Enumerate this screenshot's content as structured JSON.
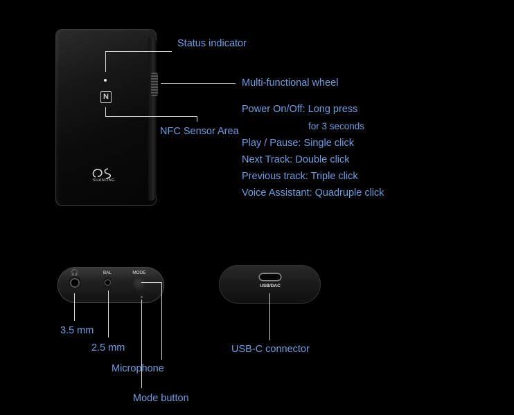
{
  "labels": {
    "status_indicator": "Status indicator",
    "multi_wheel": "Multi-functional wheel",
    "nfc_area": "NFC Sensor Area",
    "power": "Power On/Off: Long press",
    "power_cont": "for 3 seconds",
    "play_pause": "Play / Pause: Single click",
    "next_track": "Next Track: Double click",
    "prev_track": "Previous track: Triple click",
    "voice": "Voice Assistant: Quadruple click",
    "jack_35": "3.5 mm",
    "jack_25": "2.5 mm",
    "microphone": "Microphone",
    "mode_button": "Mode button",
    "usbc": "USB-C connector"
  },
  "device_text": {
    "brand": "SHANLING",
    "nfc_glyph": "N",
    "bal": "BAL",
    "mode": "MODE",
    "usb_dac": "USB/DAC",
    "headphone_glyph": "🎧"
  },
  "colors": {
    "label": "#6f9fe0",
    "background": "#000000"
  }
}
